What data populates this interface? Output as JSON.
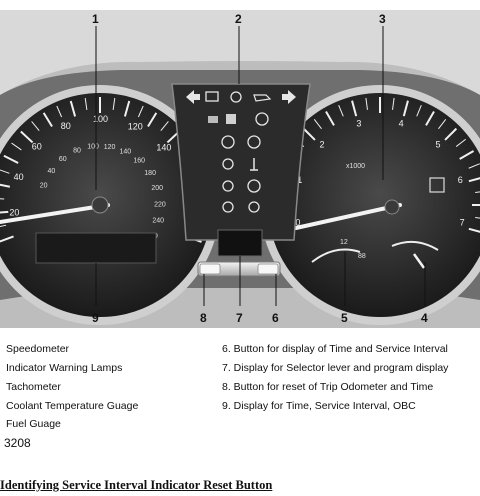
{
  "callouts": [
    "1",
    "2",
    "3",
    "4",
    "5",
    "6",
    "7",
    "8",
    "9"
  ],
  "speedometer": {
    "kmh_ticks": [
      "20",
      "40",
      "60",
      "80",
      "100",
      "120",
      "140"
    ],
    "mph_ticks": [
      "20",
      "40",
      "60",
      "80",
      "100",
      "120",
      "140",
      "160",
      "180",
      "200",
      "220",
      "240",
      "260"
    ]
  },
  "tachometer": {
    "ticks": [
      "0",
      "1",
      "2",
      "3",
      "4",
      "5",
      "6",
      "7"
    ]
  },
  "small_gauge": {
    "label_1": "12",
    "label_2": "88"
  },
  "legend": {
    "left": [
      "Speedometer",
      "Indicator Warning Lamps",
      "Tachometer",
      "Coolant Temperature Guage",
      "Fuel Guage"
    ],
    "right": [
      "6.  Button for display of Time and Service Interval",
      "7.  Display for Selector lever and program display",
      "8.  Button for reset of Trip Odometer and Time",
      "9.  Display for Time, Service Interval, OBC"
    ]
  },
  "reference_code": "3208",
  "caption": "Identifying Service Interval Indicator Reset Button"
}
